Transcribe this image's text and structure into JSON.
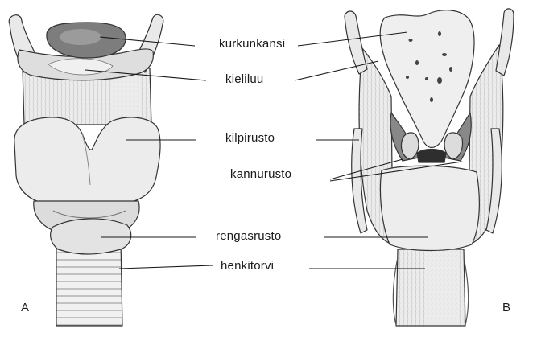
{
  "labels": {
    "epiglottis": "kurkunkansi",
    "hyoid": "kieliluu",
    "thyroid": "kilpirusto",
    "arytenoid": "kannurusto",
    "cricoid": "rengasrusto",
    "trachea": "henkitorvi"
  },
  "figures": {
    "a": "A",
    "b": "B"
  }
}
